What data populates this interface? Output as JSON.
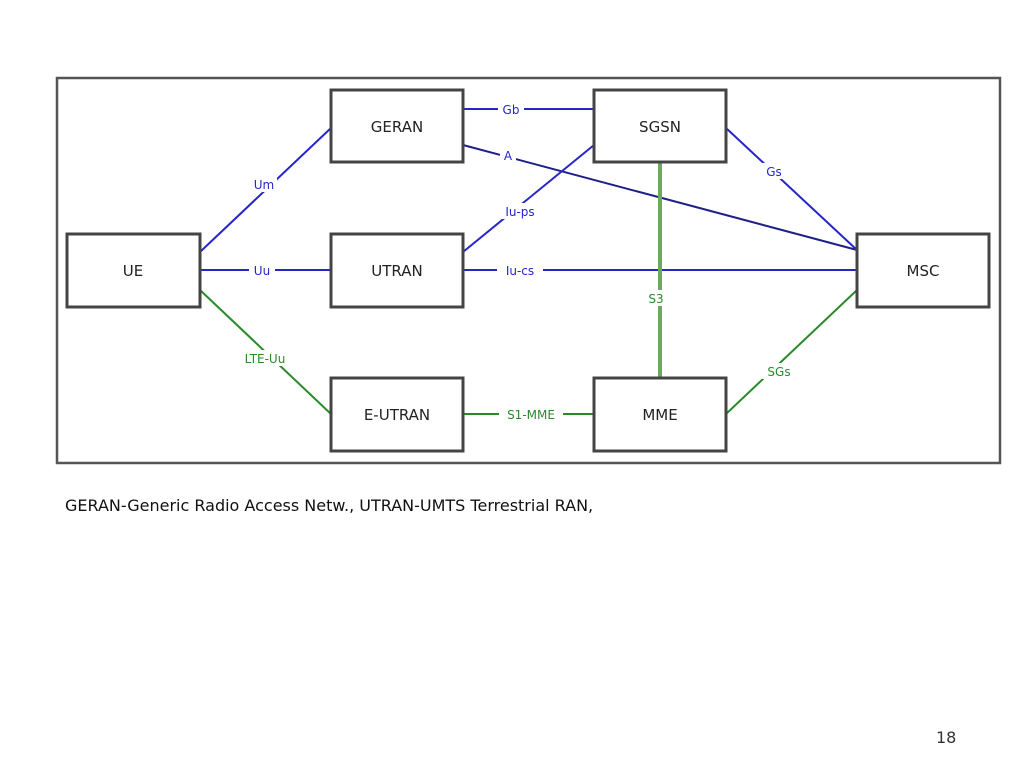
{
  "diagram": {
    "nodes": [
      {
        "id": "ue",
        "label": "UE"
      },
      {
        "id": "geran",
        "label": "GERAN"
      },
      {
        "id": "utran",
        "label": "UTRAN"
      },
      {
        "id": "eutran",
        "label": "E-UTRAN"
      },
      {
        "id": "sgsn",
        "label": "SGSN"
      },
      {
        "id": "mme",
        "label": "MME"
      },
      {
        "id": "msc",
        "label": "MSC"
      }
    ],
    "edges": [
      {
        "from": "UE",
        "to": "GERAN",
        "label": "Um",
        "color": "#2626c8"
      },
      {
        "from": "UE",
        "to": "UTRAN",
        "label": "Uu",
        "color": "#2626c8"
      },
      {
        "from": "UE",
        "to": "E-UTRAN",
        "label": "LTE-Uu",
        "color": "#2a8a2a"
      },
      {
        "from": "GERAN",
        "to": "SGSN",
        "label": "Gb",
        "color": "#2626c8"
      },
      {
        "from": "GERAN",
        "to": "MSC",
        "label": "A",
        "color": "#1f1f8a"
      },
      {
        "from": "UTRAN",
        "to": "SGSN",
        "label": "Iu-ps",
        "color": "#2626c8"
      },
      {
        "from": "UTRAN",
        "to": "MSC",
        "label": "Iu-cs",
        "color": "#2626c8"
      },
      {
        "from": "E-UTRAN",
        "to": "MME",
        "label": "S1-MME",
        "color": "#2a8a2a"
      },
      {
        "from": "SGSN",
        "to": "MME",
        "label": "S3",
        "color": "#6aaa5a"
      },
      {
        "from": "SGSN",
        "to": "MSC",
        "label": "Gs",
        "color": "#2626c8"
      },
      {
        "from": "MME",
        "to": "MSC",
        "label": "SGs",
        "color": "#2a8a2a"
      }
    ]
  },
  "caption": "GERAN-Generic Radio Access Netw., UTRAN-UMTS Terrestrial RAN,",
  "page_number": "18"
}
